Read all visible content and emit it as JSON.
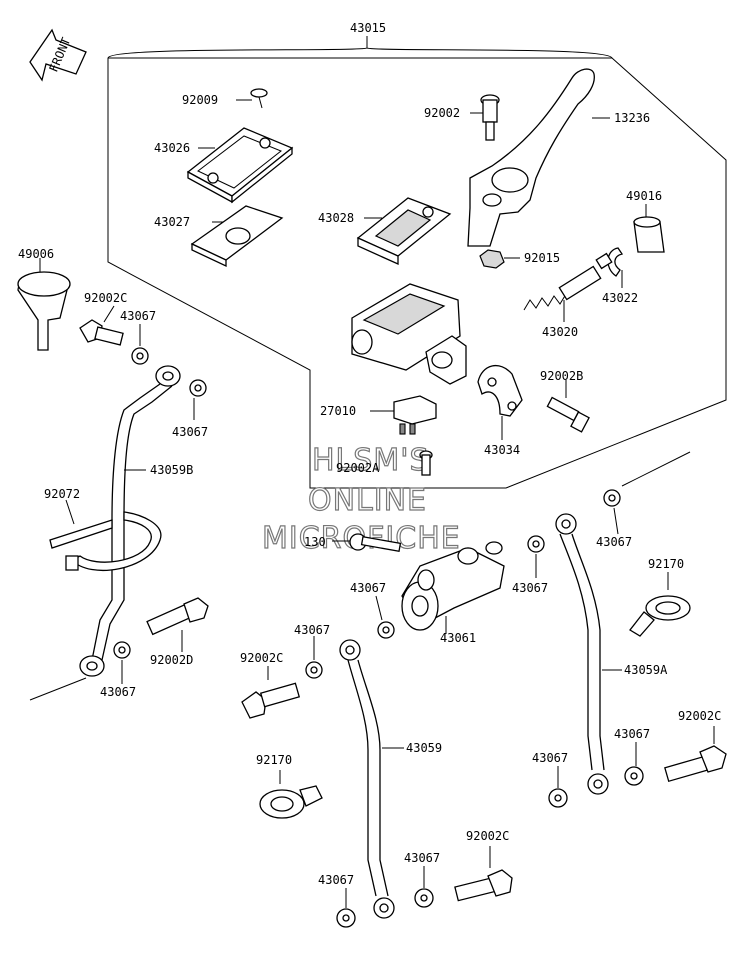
{
  "front_label": "FRONT",
  "watermark": [
    "HLSM'S",
    "ONLINE",
    "MICROFICHE"
  ],
  "labels": {
    "l43015": "43015",
    "l92009": "92009",
    "l92002": "92002",
    "l13236": "13236",
    "l43026": "43026",
    "l49016": "49016",
    "l43027": "43027",
    "l43028": "43028",
    "l92015": "92015",
    "l49006": "49006",
    "l43022": "43022",
    "l92002c_a": "92002C",
    "l43067_a": "43067",
    "l43020": "43020",
    "l92002b": "92002B",
    "l27010": "27010",
    "l43067_b": "43067",
    "l43034": "43034",
    "l43059b": "43059B",
    "l92002a": "92002A",
    "l92072": "92072",
    "l43067_c": "43067",
    "l130": "130",
    "l92170_a": "92170",
    "l43067_d": "43067",
    "l43067_e": "43067",
    "l43061": "43061",
    "l92002d": "92002D",
    "l43067_f": "43067",
    "l43059a": "43059A",
    "l92002c_b": "92002C",
    "l43067_g": "43067",
    "l92002c_c": "92002C",
    "l43059": "43059",
    "l43067_h": "43067",
    "l43067_i": "43067",
    "l92170_b": "92170",
    "l92002c_d": "92002C",
    "l43067_j": "43067",
    "l43067_k": "43067"
  }
}
